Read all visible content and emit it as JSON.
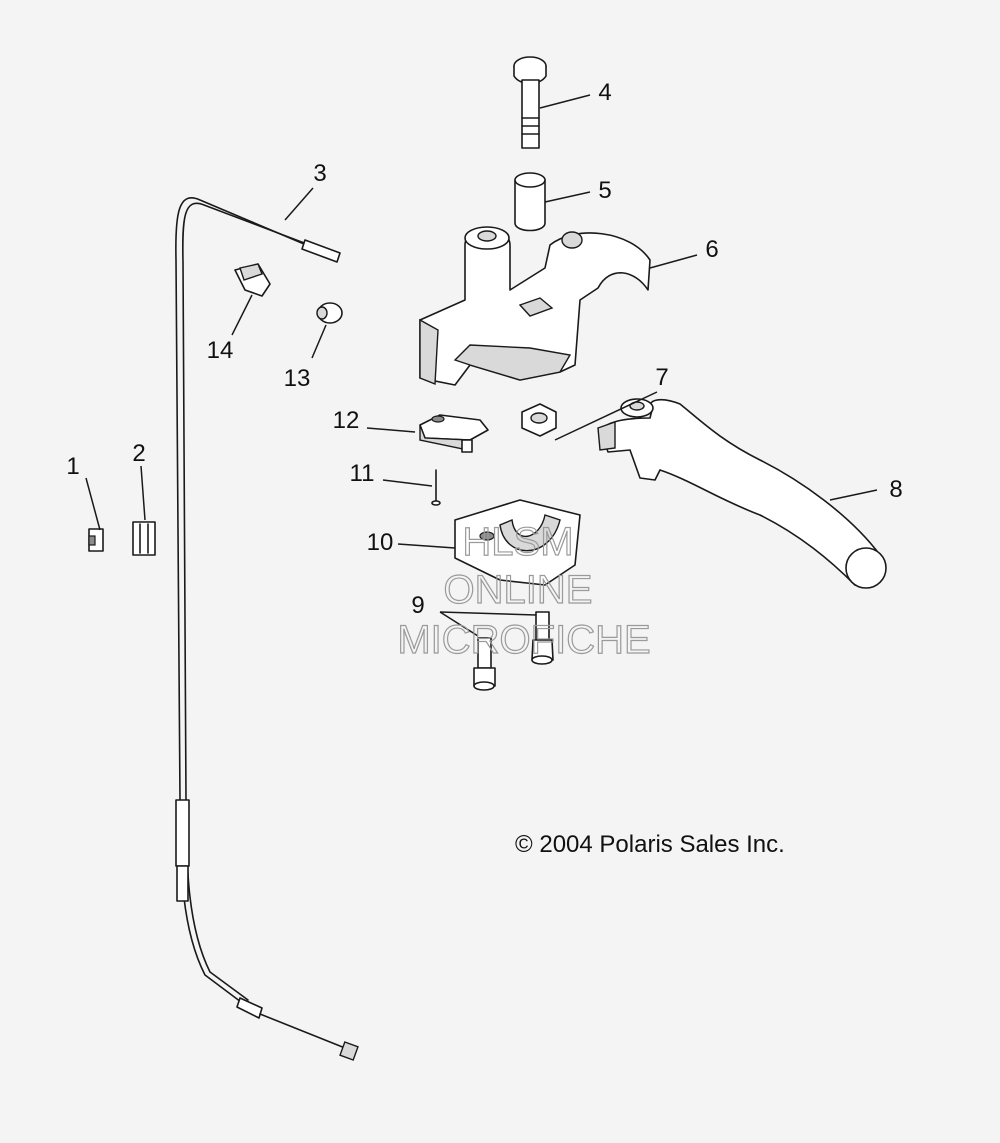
{
  "diagram": {
    "callouts": [
      "1",
      "2",
      "3",
      "4",
      "5",
      "6",
      "7",
      "8",
      "9",
      "10",
      "11",
      "12",
      "13",
      "14"
    ],
    "copyright": "© 2004 Polaris Sales Inc.",
    "watermark": [
      "HLSM",
      "ONLINE",
      "MICROFICHE"
    ]
  }
}
